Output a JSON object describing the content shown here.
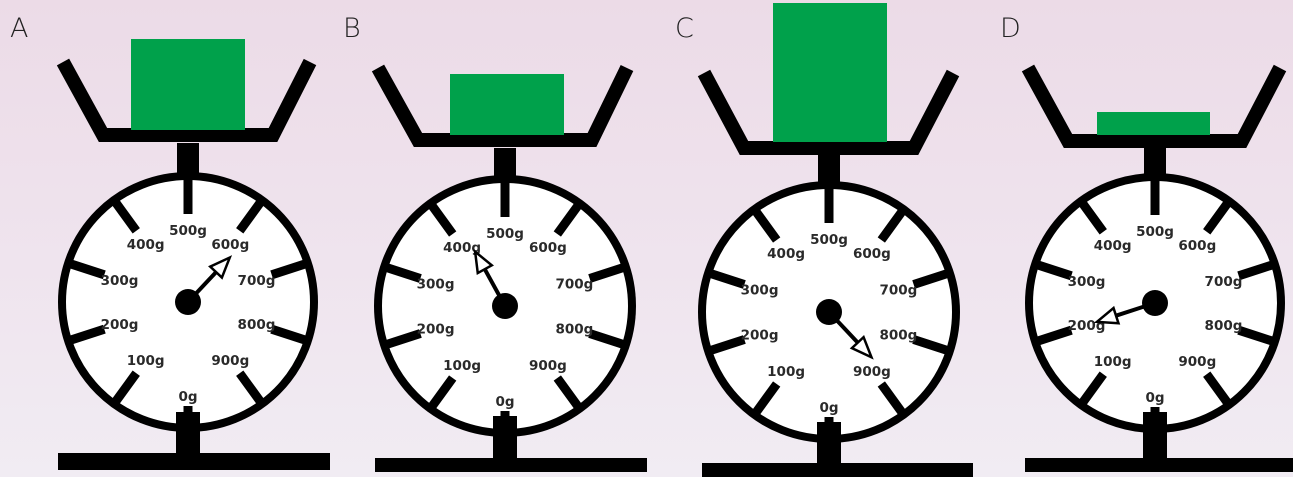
{
  "colors": {
    "block": "#00a14b",
    "scale": "#000000",
    "dial_face": "#ffffff"
  },
  "dial_labels": [
    "0g",
    "100g",
    "200g",
    "300g",
    "400g",
    "500g",
    "600g",
    "700g",
    "800g",
    "900g"
  ],
  "scales": [
    {
      "id": "A",
      "label": "A",
      "reading_g": 620,
      "block": "tall"
    },
    {
      "id": "B",
      "label": "B",
      "reading_g": 420,
      "block": "medium"
    },
    {
      "id": "C",
      "label": "C",
      "reading_g": 880,
      "block": "tallest"
    },
    {
      "id": "D",
      "label": "D",
      "reading_g": 200,
      "block": "short"
    }
  ]
}
